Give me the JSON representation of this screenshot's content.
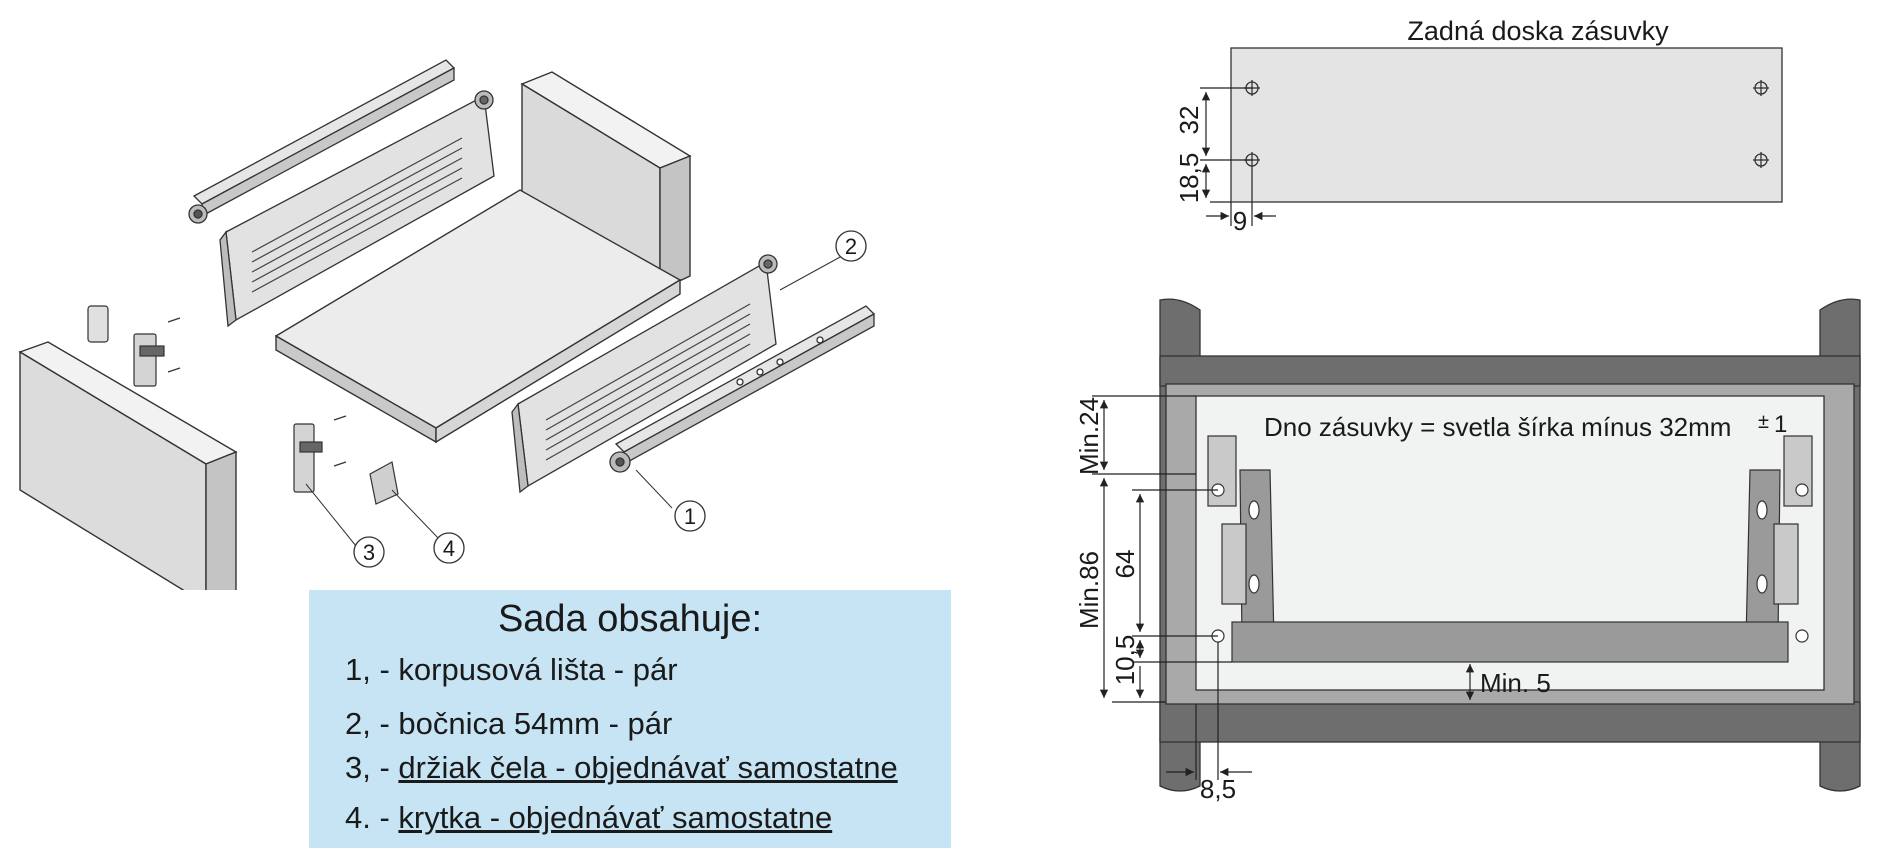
{
  "exploded_view": {
    "callouts": [
      "1",
      "2",
      "3",
      "4"
    ]
  },
  "kit_contents": {
    "title": "Sada obsahuje:",
    "items": [
      {
        "prefix": "1, - ",
        "text": "korpusová lišta - pár",
        "underlined": false
      },
      {
        "prefix": "2, - ",
        "text": "bočnica 54mm  - pár",
        "underlined": false
      },
      {
        "prefix": "3, - ",
        "text": "držiak čela - objednávať samostatne",
        "underlined": true
      },
      {
        "prefix": "4. - ",
        "text": "krytka - objednávať samostatne",
        "underlined": true
      }
    ],
    "background_color": "#c6e4f4"
  },
  "back_panel": {
    "title": "Zadná doska zásuvky",
    "dim_vertical_upper": "32",
    "dim_vertical_lower": "18,5",
    "dim_horizontal": "9"
  },
  "cabinet_section": {
    "formula_main": "Dno zásuvky = svetla šírka mínus 32mm",
    "formula_tol_sign": "±",
    "formula_tol_value": "1",
    "dim_min24": "Min.24",
    "dim_min86": "Min.86",
    "dim_64": "64",
    "dim_10_5": "10,5",
    "dim_min5": "Min. 5",
    "dim_8_5": "8,5"
  },
  "colors": {
    "cabinet_gray": "#6e6e6e",
    "panel_gray": "#e4e4e4",
    "drawer_part_gray": "#9a9a9a",
    "inner_light": "#f0f3f2"
  }
}
